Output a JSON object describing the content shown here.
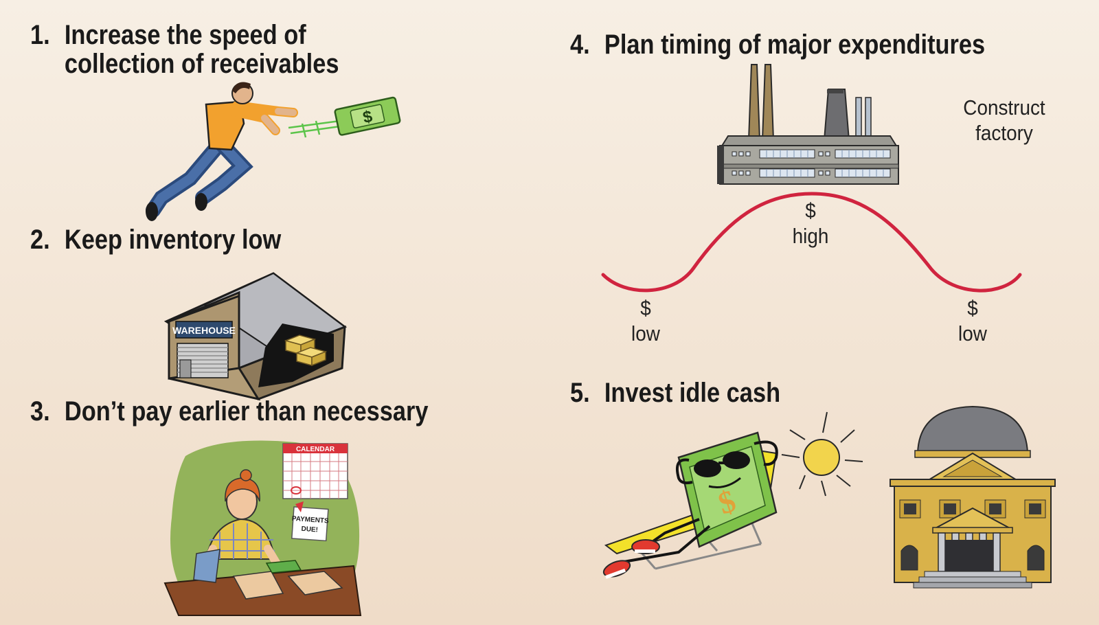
{
  "tips": [
    {
      "number": "1.",
      "line1": "Increase the speed of",
      "line2": "collection of receivables"
    },
    {
      "number": "2.",
      "text": "Keep inventory low"
    },
    {
      "number": "3.",
      "text": "Don’t pay earlier than necessary"
    },
    {
      "number": "4.",
      "text": "Plan timing of major expenditures"
    },
    {
      "number": "5.",
      "text": "Invest idle cash"
    }
  ],
  "illustrations": {
    "money_symbol": "$",
    "warehouse_sign": "WAREHOUSE",
    "calendar_title": "CALENDAR",
    "payments_note_line1": "PAYMENTS",
    "payments_note_line2": "DUE!"
  },
  "expenditure_curve": {
    "factory_label_line1": "Construct",
    "factory_label_line2": "factory",
    "points": [
      {
        "symbol": "$",
        "level": "low"
      },
      {
        "symbol": "$",
        "level": "high"
      },
      {
        "symbol": "$",
        "level": "low"
      }
    ]
  },
  "colors": {
    "curve": "#d0243f",
    "money_green": "#7fc24a",
    "building_gold": "#d9b24a",
    "background": "#f3e6d8"
  }
}
